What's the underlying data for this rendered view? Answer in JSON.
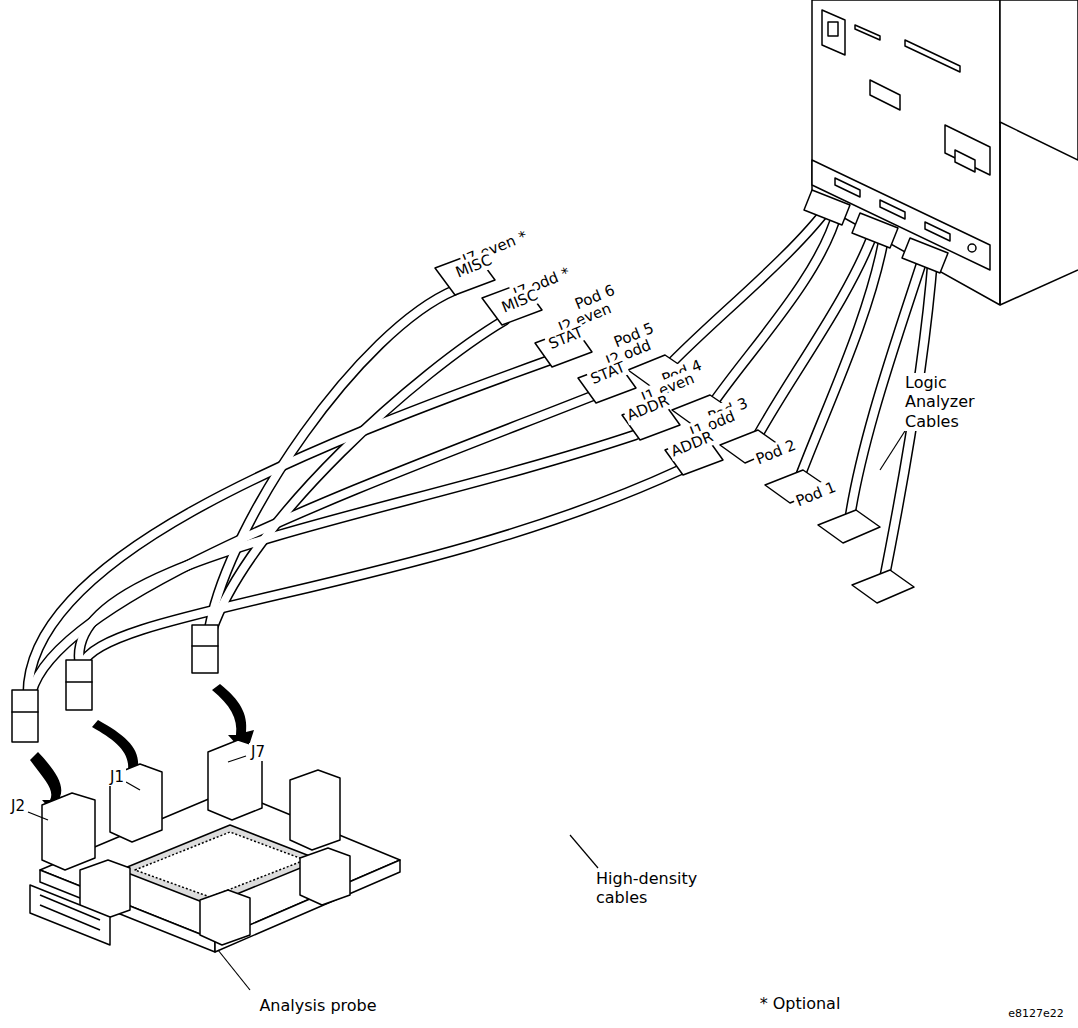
{
  "diagram": {
    "labels": [
      "Logic Analyzer Cables",
      "J7 even *",
      "Pod 6",
      "MISC",
      "J7 odd *",
      "Pod 5",
      "MISC",
      "J2 even",
      "Pod 4",
      "STAT",
      "J2 odd",
      "Pod 3",
      "STAT",
      "J1 even",
      "Pod 2",
      "ADDR",
      "J1 odd",
      "Pod 1",
      "ADDR",
      "High-density cables",
      "J2",
      "J1",
      "J7",
      "Analysis probe",
      "* Optional",
      "e8127e22"
    ]
  }
}
